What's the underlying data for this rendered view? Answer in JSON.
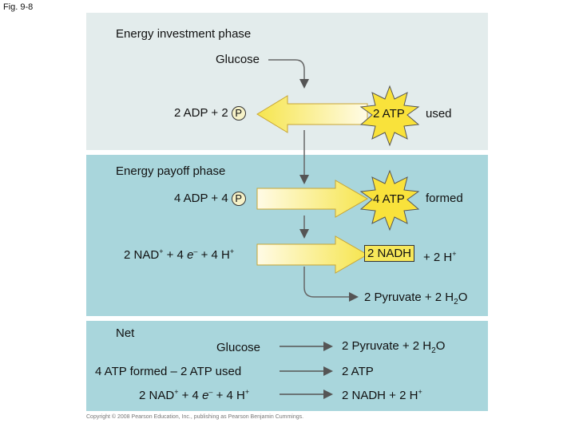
{
  "fig_label": "Fig. 9-8",
  "investment": {
    "title": "Energy investment phase",
    "glucose": "Glucose",
    "adp_text": "2 ADP + 2",
    "p": "P",
    "atp": "2 ATP",
    "atp_note": "used"
  },
  "payoff": {
    "title": "Energy payoff phase",
    "adp_text": "4 ADP + 4",
    "p": "P",
    "atp": "4 ATP",
    "atp_note": "formed",
    "nad_a": "2 NAD",
    "nad_b": "+ 4",
    "nad_c": "e",
    "nad_d": "+ 4 H",
    "nadh": "2 NADH",
    "nadh_tail": "+ 2 H",
    "pyruvate_a": "2 Pyruvate + 2 H",
    "pyruvate_sub": "2",
    "pyruvate_b": "O"
  },
  "net": {
    "label": "Net",
    "rows": [
      {
        "left": "Glucose",
        "right_a": "2 Pyruvate + 2 H",
        "right_sub": "2",
        "right_b": "O"
      },
      {
        "left": "4 ATP formed – 2 ATP used",
        "right": "2 ATP"
      },
      {
        "left_a": "2 NAD",
        "left_b": "+ 4",
        "left_c": "e",
        "left_d": "+ 4 H",
        "right_a": "2 NADH + 2 H"
      }
    ]
  },
  "copyright": "Copyright © 2008 Pearson Education, Inc., publishing as Pearson Benjamin Cummings.",
  "colors": {
    "top_panel": "#e3ecec",
    "bottom_panel": "#a9d6dc",
    "arrow_yellow": "#f7e36a",
    "starburst": "#f9e23b"
  }
}
